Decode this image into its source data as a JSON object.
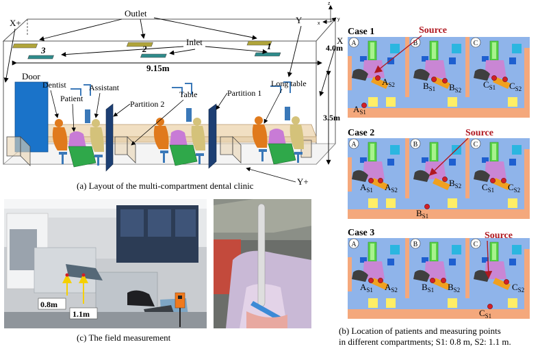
{
  "layout_panel": {
    "labels": {
      "outlet": "Outlet",
      "inlet": "Inlet",
      "x_plus_top": "X+",
      "y_top": "Y",
      "x_right": "X",
      "y_plus": "Y+",
      "width_dim": "9.15m",
      "depth_dim": "4.0m",
      "height_dim": "3.5m",
      "door": "Door",
      "dentist": "Dentist",
      "patient": "Patient",
      "assistant": "Assistant",
      "table": "Table",
      "partition_2": "Partition 2",
      "partition_1": "Partition 1",
      "long_table": "Long table",
      "inlet_1": "1",
      "inlet_2": "2",
      "inlet_3": "3",
      "axis_z": "z",
      "axis_x": "x",
      "axis_y": "y"
    },
    "caption": "(a) Layout of the multi-compartment dental clinic"
  },
  "photo_panel": {
    "label_low": "0.8m",
    "label_high": "1.1m",
    "caption": "(c) The field measurement"
  },
  "cases_panel": {
    "source_label": "Source",
    "cases": [
      {
        "title": "Case 1",
        "compartments": [
          "A",
          "B",
          "C"
        ],
        "points": [
          {
            "main": "A",
            "sub": "S2"
          },
          {
            "main": "A",
            "sub": "S1"
          },
          {
            "main": "B",
            "sub": "S1"
          },
          {
            "main": "B",
            "sub": "S2"
          },
          {
            "main": "C",
            "sub": "S1"
          },
          {
            "main": "C",
            "sub": "S2"
          }
        ]
      },
      {
        "title": "Case 2",
        "compartments": [
          "A",
          "B",
          "C"
        ],
        "points": [
          {
            "main": "A",
            "sub": "S1"
          },
          {
            "main": "A",
            "sub": "S2"
          },
          {
            "main": "B",
            "sub": "S2"
          },
          {
            "main": "B",
            "sub": "S1"
          },
          {
            "main": "C",
            "sub": "S1"
          },
          {
            "main": "C",
            "sub": "S2"
          }
        ]
      },
      {
        "title": "Case 3",
        "compartments": [
          "A",
          "B",
          "C"
        ],
        "points": [
          {
            "main": "A",
            "sub": "S1"
          },
          {
            "main": "A",
            "sub": "S2"
          },
          {
            "main": "B",
            "sub": "S1"
          },
          {
            "main": "B",
            "sub": "S2"
          },
          {
            "main": "C",
            "sub": "S2"
          },
          {
            "main": "C",
            "sub": "S1"
          }
        ]
      }
    ],
    "caption_line1": "(b) Location of patients and  measuring points",
    "caption_line2": "in different compartments; S1: 0.8 m, S2: 1.1 m."
  },
  "colors": {
    "floor_blue": "#8fb4ea",
    "wall_orange": "#f4a87c",
    "square_yellow": "#ffee66",
    "point_red": "#d21f26",
    "source_red": "#b01820",
    "door_blue": "#1a73c9",
    "partition_navy": "#1d3f73",
    "vent_outlet": "#b0a43a",
    "vent_inlet": "#2e8b8b"
  }
}
